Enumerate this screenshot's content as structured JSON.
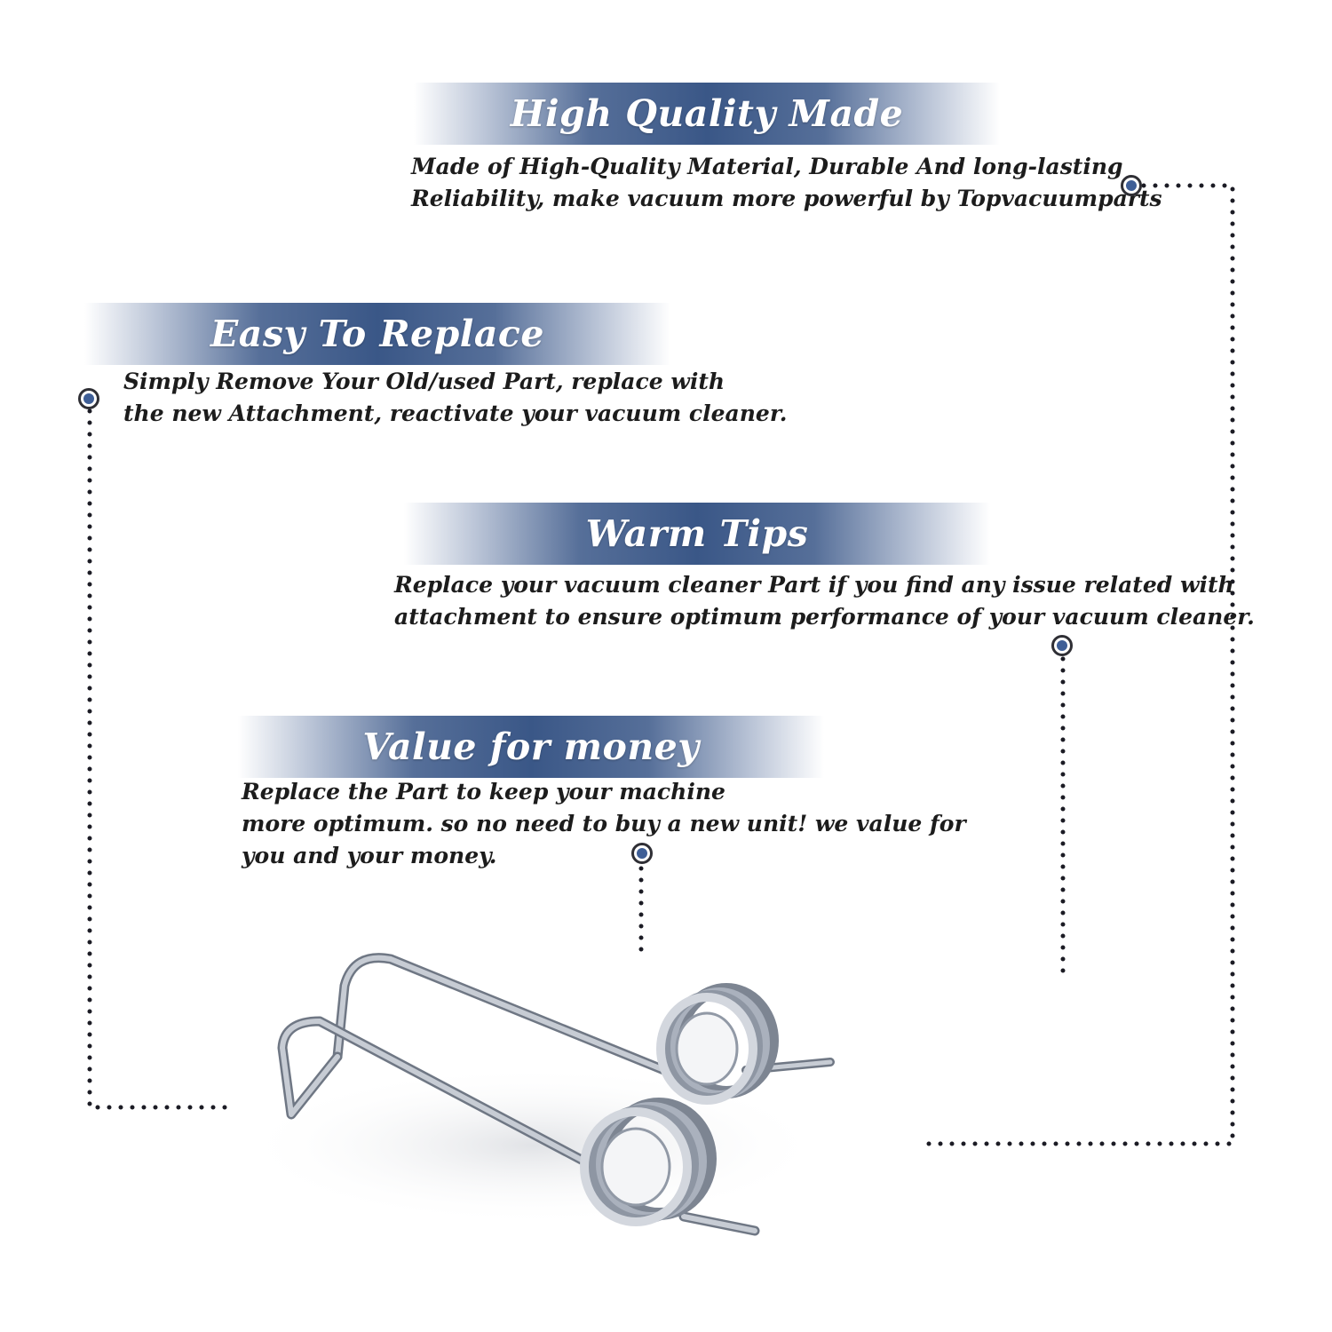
{
  "sections": [
    {
      "title": "High Quality Made",
      "lines": [
        "Made of  High-Quality Material, Durable And long-lasting",
        "Reliability, make vacuum more powerful by Topvacuumparts"
      ]
    },
    {
      "title": "Easy To Replace",
      "lines": [
        "Simply Remove Your Old/used Part, replace with",
        "the new Attachment, reactivate your vacuum cleaner."
      ]
    },
    {
      "title": "Warm Tips",
      "lines": [
        "Replace your vacuum cleaner Part if you find any issue related with",
        " attachment to ensure optimum performance of your vacuum cleaner."
      ]
    },
    {
      "title": "Value for money",
      "lines": [
        "Replace the Part to keep your machine",
        "more optimum. so no need to buy a new unit! we value for",
        "you and your money."
      ]
    }
  ],
  "colors": {
    "banner": "#3a5787",
    "dot_fill": "#3e5e96",
    "connector": "#1b1b24"
  },
  "product_image": "torsion-spring-pair"
}
